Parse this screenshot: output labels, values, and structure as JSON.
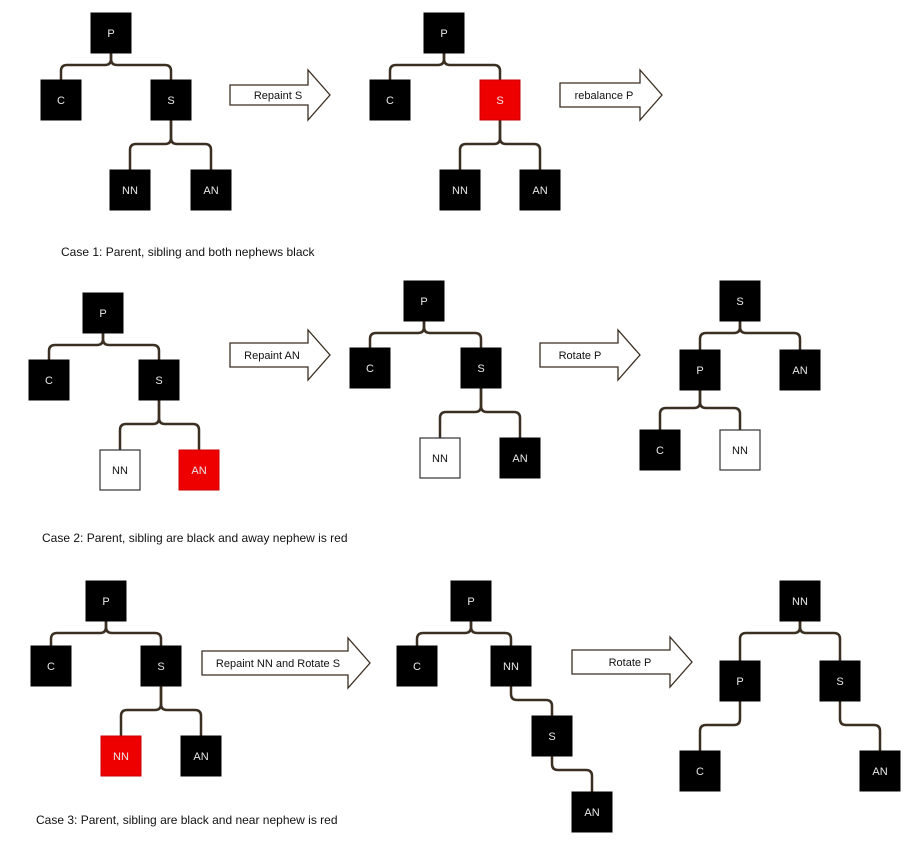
{
  "colors": {
    "black_node": "#000000",
    "red_node": "#ee0000",
    "white_node": "#ffffff",
    "light_text": "#e8e8e8",
    "dark_text": "#111111",
    "edge": "#3b2f22",
    "arrow_fill": "#ffffff",
    "arrow_stroke": "#3b2f22"
  },
  "case1": {
    "caption": "Case 1: Parent, sibling and both nephews black",
    "arrow1_label": "Repaint S",
    "arrow2_label": "rebalance P",
    "tree1": {
      "p": {
        "label": "P",
        "color": "black"
      },
      "c": {
        "label": "C",
        "color": "black"
      },
      "s": {
        "label": "S",
        "color": "black"
      },
      "nn": {
        "label": "NN",
        "color": "black"
      },
      "an": {
        "label": "AN",
        "color": "black"
      }
    },
    "tree2": {
      "p": {
        "label": "P",
        "color": "black"
      },
      "c": {
        "label": "C",
        "color": "black"
      },
      "s": {
        "label": "S",
        "color": "red"
      },
      "nn": {
        "label": "NN",
        "color": "black"
      },
      "an": {
        "label": "AN",
        "color": "black"
      }
    }
  },
  "case2": {
    "caption": "Case 2: Parent, sibling are black and away nephew is red",
    "arrow1_label": "Repaint AN",
    "arrow2_label": "Rotate P",
    "tree1": {
      "p": {
        "label": "P",
        "color": "black"
      },
      "c": {
        "label": "C",
        "color": "black"
      },
      "s": {
        "label": "S",
        "color": "black"
      },
      "nn": {
        "label": "NN",
        "color": "white"
      },
      "an": {
        "label": "AN",
        "color": "red"
      }
    },
    "tree2": {
      "p": {
        "label": "P",
        "color": "black"
      },
      "c": {
        "label": "C",
        "color": "black"
      },
      "s": {
        "label": "S",
        "color": "black"
      },
      "nn": {
        "label": "NN",
        "color": "white"
      },
      "an": {
        "label": "AN",
        "color": "black"
      }
    },
    "tree3": {
      "s": {
        "label": "S",
        "color": "black"
      },
      "p": {
        "label": "P",
        "color": "black"
      },
      "an": {
        "label": "AN",
        "color": "black"
      },
      "c": {
        "label": "C",
        "color": "black"
      },
      "nn": {
        "label": "NN",
        "color": "white"
      }
    }
  },
  "case3": {
    "caption": "Case 3: Parent, sibling are black and near nephew is red",
    "arrow1_label": "Repaint NN and Rotate S",
    "arrow2_label": "Rotate P",
    "tree1": {
      "p": {
        "label": "P",
        "color": "black"
      },
      "c": {
        "label": "C",
        "color": "black"
      },
      "s": {
        "label": "S",
        "color": "black"
      },
      "nn": {
        "label": "NN",
        "color": "red"
      },
      "an": {
        "label": "AN",
        "color": "black"
      }
    },
    "tree2": {
      "p": {
        "label": "P",
        "color": "black"
      },
      "c": {
        "label": "C",
        "color": "black"
      },
      "nn": {
        "label": "NN",
        "color": "black"
      },
      "s": {
        "label": "S",
        "color": "black"
      },
      "an": {
        "label": "AN",
        "color": "black"
      }
    },
    "tree3": {
      "nn": {
        "label": "NN",
        "color": "black"
      },
      "p": {
        "label": "P",
        "color": "black"
      },
      "s": {
        "label": "S",
        "color": "black"
      },
      "c": {
        "label": "C",
        "color": "black"
      },
      "an": {
        "label": "AN",
        "color": "black"
      }
    }
  }
}
